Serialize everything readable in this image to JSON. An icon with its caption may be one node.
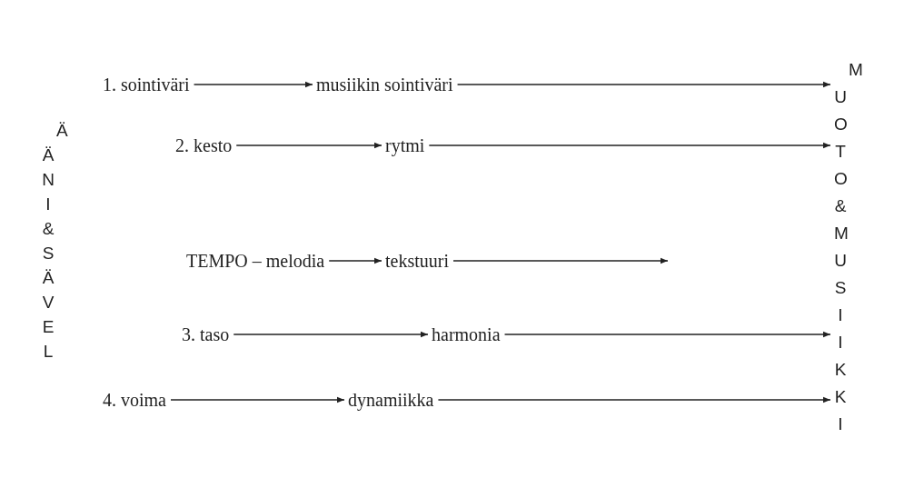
{
  "diagram": {
    "nodes": [
      {
        "text": [
          "1. sointiväri"
        ]
      },
      {
        "text": [
          "musiikin sointiväri"
        ]
      },
      {
        "text": [
          "2. kesto"
        ]
      },
      {
        "text": [
          "rytmi"
        ]
      },
      {
        "text": [
          "TEMPO – melodia"
        ]
      },
      {
        "text": [
          "tekstuuri"
        ]
      },
      {
        "text": [
          "3. taso"
        ]
      },
      {
        "text": [
          "harmonia"
        ]
      },
      {
        "text": [
          "4. voima"
        ]
      },
      {
        "text": [
          "dynamiikka"
        ]
      },
      {
        "text": [
          "MUOTO & MUSIIKKI"
        ]
      }
    ],
    "edges": [
      {
        "from": 0,
        "to": 1,
        "arrow": "to"
      },
      {
        "from": 1,
        "to": 10,
        "arrow": "to"
      },
      {
        "from": 2,
        "to": 3,
        "arrow": "to"
      },
      {
        "from": 3,
        "to": 10,
        "arrow": "to"
      },
      {
        "from": 4,
        "to": 5,
        "arrow": "to"
      },
      {
        "from": 5,
        "to": null,
        "arrow": "to"
      },
      {
        "from": 6,
        "to": 7,
        "arrow": "to"
      },
      {
        "from": 7,
        "to": 10,
        "arrow": "to"
      },
      {
        "from": 8,
        "to": 9,
        "arrow": "to"
      },
      {
        "from": 9,
        "to": 10,
        "arrow": "to"
      }
    ],
    "labels": [
      "ÄÄNI & SÄVEL"
    ]
  }
}
